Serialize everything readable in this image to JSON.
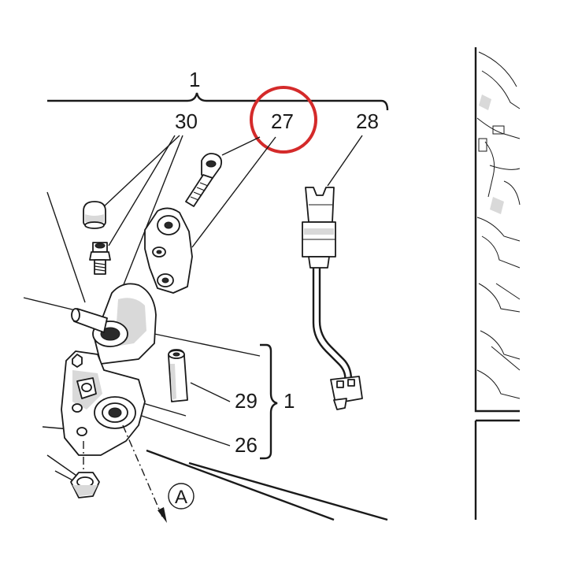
{
  "callouts": {
    "assembly_top": "1",
    "bolt": "27",
    "switch": "28",
    "caps": "30",
    "pin": "29",
    "bushing": "26",
    "assembly_side": "1",
    "view_marker": "A"
  },
  "highlight": {
    "target": "27",
    "color": "#d42a2a"
  }
}
